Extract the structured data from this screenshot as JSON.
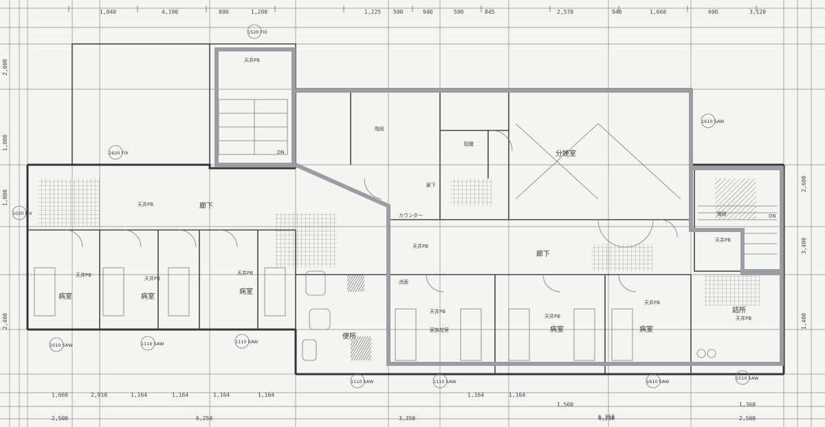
{
  "rooms": {
    "corridor_left": "廊下",
    "corridor_right": "廊下",
    "ward1": "病室",
    "ward2": "病室",
    "ward3": "病室",
    "ward4": "病室",
    "ward5": "病室",
    "ward_lounge": "家族控室",
    "nurse_station": "詰所",
    "hall": "分娩室",
    "toilet": "便所",
    "kitchen": "配膳",
    "closet": "洗面",
    "stair_upper": "階段",
    "dn": "DN",
    "counter": "カウンター",
    "corridor_note": "廊下",
    "stair_r_label": "階段",
    "stair_r_dn": "DN"
  },
  "notes": {
    "ceil_common": "天井PB",
    "ceil_ward": "天井PB"
  },
  "dims": {
    "top": [
      "1,040",
      "4,190",
      "800",
      "1,200",
      "1,225",
      "500",
      "940",
      "500",
      "845",
      "2,570",
      "940",
      "1,660",
      "600",
      "3,120"
    ],
    "bottom": [
      "1,660",
      "2,910",
      "1,164",
      "1,164",
      "1,164",
      "1,164",
      "1,164",
      "1,164",
      "1,560",
      "6,250",
      "1,360"
    ],
    "bottom_total": [
      "2,500",
      "6,250",
      "3,350",
      "6,250",
      "2,500"
    ],
    "left": [
      "2,000",
      "1,000",
      "1,800",
      "2,400"
    ],
    "right": [
      "2,600",
      "3,400",
      "1,400"
    ]
  },
  "window_tags": [
    "1010 SAW",
    "1110 SAW",
    "1110 SAW",
    "1110 SAW",
    "1110 SAW",
    "1610 SAW",
    "1610 SAW",
    "1510 SAW"
  ],
  "axis_tags": [
    "1620 FIX",
    "1020 FIX",
    "1520 FIX"
  ]
}
